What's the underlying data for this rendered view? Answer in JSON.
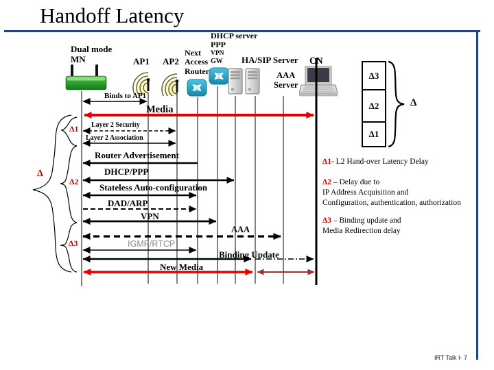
{
  "title": "Handoff Latency",
  "footer": "IRT Talk I- 7",
  "colors": {
    "frame_blue": "#24408e",
    "media_red": "#e00000",
    "redirect_dark_red": "#a03030",
    "delta_red": "#cc0000",
    "igmp_gray": "#8a8a8a",
    "router_teal": "#2fa8c8",
    "mn_green": "#2f9e2f"
  },
  "entities": {
    "mn": {
      "line1": "Dual mode",
      "line2": "MN",
      "icon": "wireless-device-icon"
    },
    "ap1": {
      "label": "AP1",
      "icon": "antenna-waves-icon"
    },
    "ap2": {
      "label": "AP2",
      "icon": "antenna-waves-icon"
    },
    "nar": {
      "line1": "Next",
      "line2": "Access",
      "line3": "Router",
      "icon": "router-icon"
    },
    "gw": {
      "line1": "DHCP server",
      "line2": "PPP",
      "line3": "VPN",
      "line4": "GW",
      "icon": "router-icon"
    },
    "ha_sip": {
      "label": "HA/SIP Server",
      "icon": "server-tower-icon"
    },
    "aaa": {
      "line1": "AAA",
      "line2": "Server",
      "icon": "server-tower-icon"
    },
    "cn": {
      "label": "CN",
      "icon": "laptop-icon"
    }
  },
  "messages": {
    "binds": "Binds to AP1",
    "media": "Media",
    "l2sec": "Layer 2 Security",
    "l2assoc": "Layer 2 Association",
    "router_adv": "Router Advertisement",
    "dhcp_ppp": "DHCP/PPP",
    "stateless": "Stateless Auto-configuration",
    "dad_arp": "DAD/ARP",
    "vpn": "VPN",
    "aaa": "AAA",
    "igmp": "IGMP/RTCP",
    "binding_update": "Binding Update",
    "new_media": "New Media"
  },
  "deltas": {
    "d1": "Δ1",
    "d2": "Δ2",
    "d3": "Δ3",
    "d": "Δ"
  },
  "legend_boxes": {
    "top": "Δ3",
    "middle": "Δ2",
    "bottom": "Δ1",
    "brace_label": "Δ"
  },
  "notes": {
    "n1": {
      "label": "Δ1",
      "text": "- L2 Hand-over Latency Delay"
    },
    "n2": {
      "label": "Δ2",
      "text": " – Delay due to",
      "line2": "IP Address Acquisition and",
      "line3": "Configuration, authentication, authorization"
    },
    "n3": {
      "label": "Δ3",
      "text": " – Binding update and",
      "line2": "Media Redirection delay"
    }
  }
}
